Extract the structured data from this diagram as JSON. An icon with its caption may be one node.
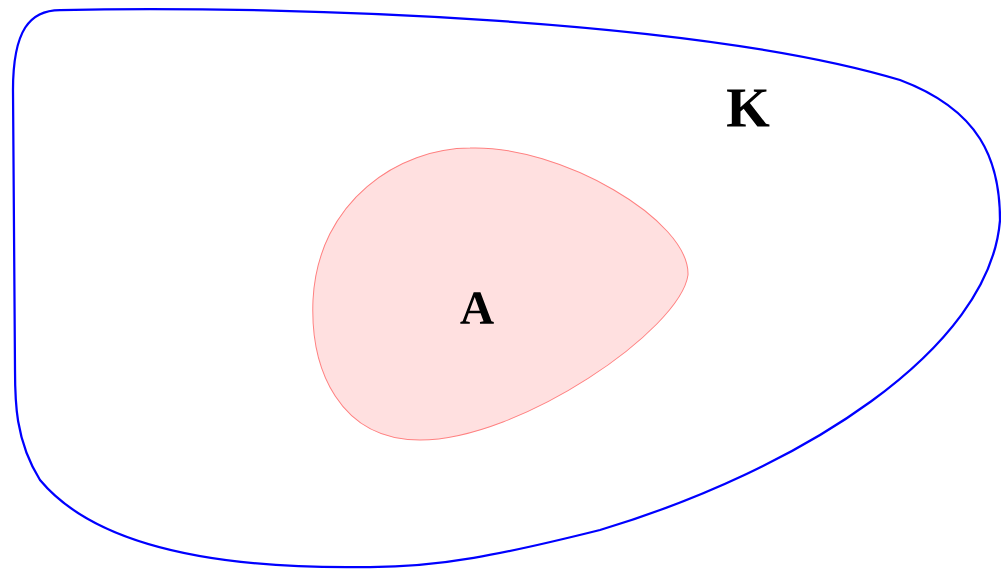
{
  "diagram": {
    "nodes": [
      {
        "text": [
          "K"
        ]
      },
      {
        "text": [
          "A"
        ],
        "in": 0
      }
    ]
  }
}
